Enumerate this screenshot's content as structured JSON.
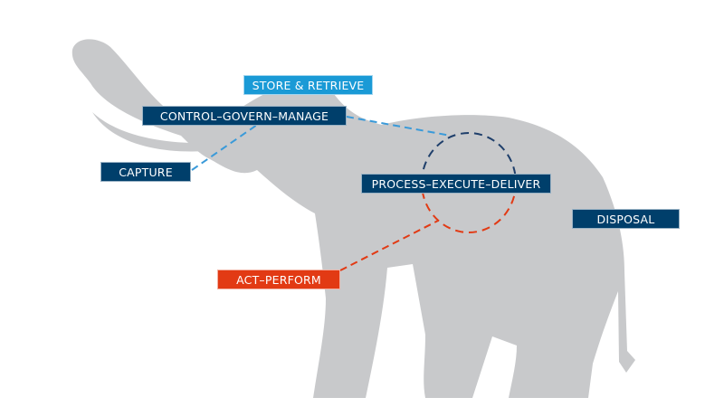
{
  "colors": {
    "navy": "#003f6b",
    "light_blue": "#1a9ad6",
    "red": "#e23a14",
    "elephant": "#c8c9cb",
    "dash_light": "#3a9ad9"
  },
  "labels": {
    "store": "STORE & RETRIEVE",
    "control": "CONTROL–GOVERN–MANAGE",
    "capture": "CAPTURE",
    "process": "PROCESS–EXECUTE–DELIVER",
    "disposal": "DISPOSAL",
    "act": "ACT–PERFORM"
  }
}
